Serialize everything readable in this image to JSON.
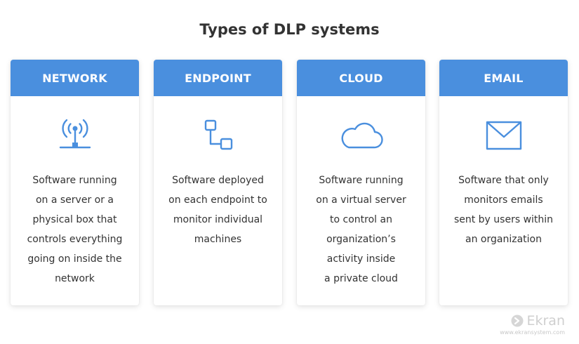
{
  "page": {
    "title": "Types of DLP systems"
  },
  "accent_color": "#4a8fde",
  "cards": [
    {
      "header": "NETWORK",
      "icon": "network-antenna-icon",
      "lines": [
        "Software running",
        "on a server or a",
        "physical box that",
        "controls everything",
        "going on inside the",
        "network"
      ]
    },
    {
      "header": "ENDPOINT",
      "icon": "endpoint-connection-icon",
      "lines": [
        "Software deployed",
        "on each endpoint to",
        "monitor individual",
        "machines"
      ]
    },
    {
      "header": "CLOUD",
      "icon": "cloud-icon",
      "lines": [
        "Software running",
        "on a virtual server",
        "to control an",
        "organization’s",
        "activity inside",
        "a private cloud"
      ]
    },
    {
      "header": "EMAIL",
      "icon": "envelope-icon",
      "lines": [
        "Software that only",
        "monitors emails",
        "sent by users within",
        "an organization"
      ]
    }
  ],
  "logo": {
    "name": "Ekran",
    "url": "www.ekransystem.com"
  }
}
